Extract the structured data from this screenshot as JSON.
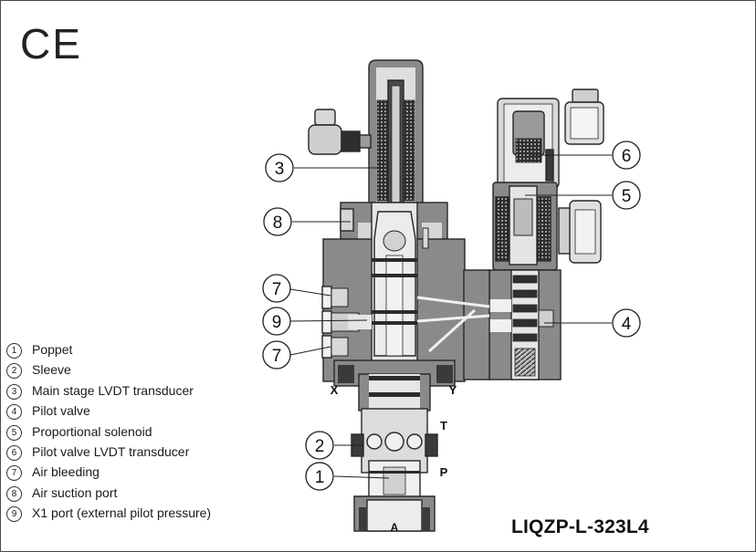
{
  "certification_mark": "CE",
  "model": "LIQZP-L-323L4",
  "port_labels": {
    "x": "X",
    "y": "Y",
    "t": "T",
    "p": "P",
    "a": "A"
  },
  "callouts": [
    "3",
    "6",
    "5",
    "8",
    "7",
    "9",
    "7",
    "4",
    "2",
    "1"
  ],
  "legend": [
    {
      "num": "1",
      "label": "Poppet"
    },
    {
      "num": "2",
      "label": "Sleeve"
    },
    {
      "num": "3",
      "label": "Main stage LVDT transducer"
    },
    {
      "num": "4",
      "label": "Pilot valve"
    },
    {
      "num": "5",
      "label": "Proportional solenoid"
    },
    {
      "num": "6",
      "label": "Pilot valve LVDT transducer"
    },
    {
      "num": "7",
      "label": "Air bleeding"
    },
    {
      "num": "8",
      "label": "Air suction port"
    },
    {
      "num": "9",
      "label": "X1 port (external pilot pressure)"
    }
  ],
  "colors": {
    "body": "#8c8c8c",
    "dark": "#3c3c3c",
    "light": "#d4d4d4",
    "outline": "#262626"
  }
}
